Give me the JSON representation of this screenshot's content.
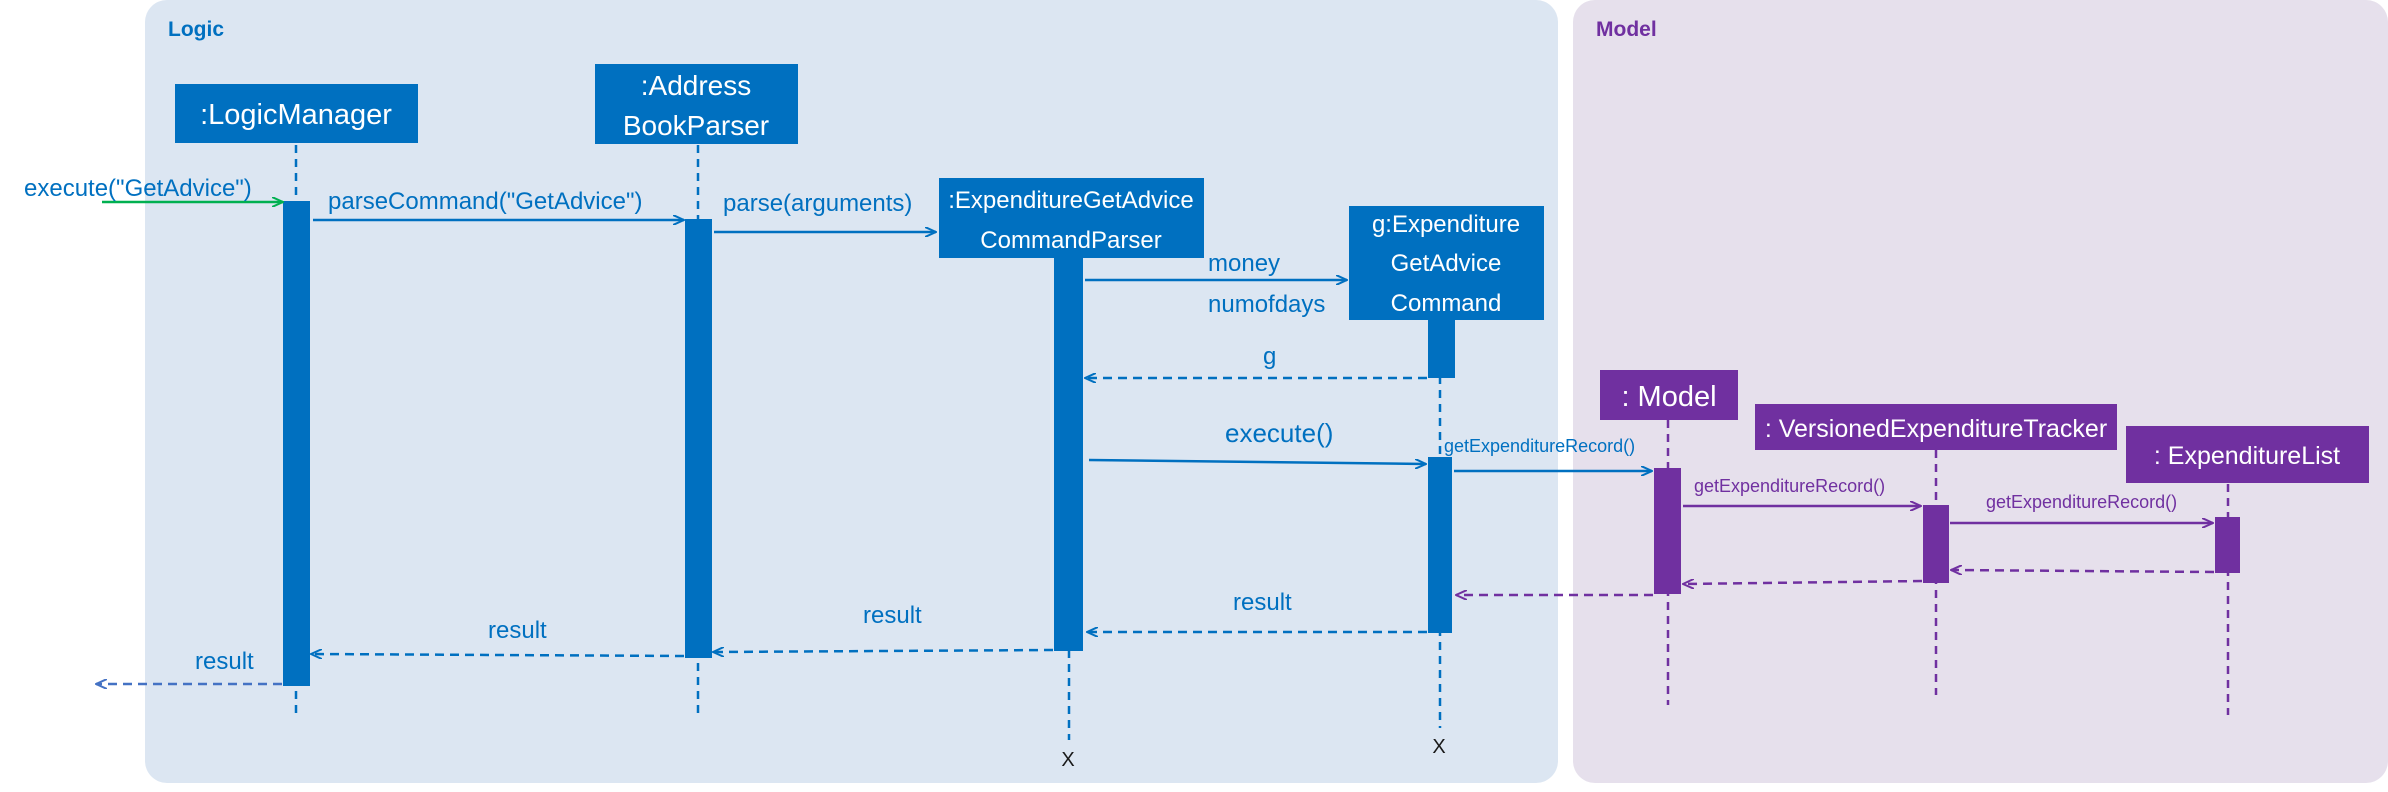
{
  "colors": {
    "logic_bg": "#dce6f2",
    "model_bg": "#e6e0ec",
    "logic_accent": "#0070c0",
    "model_accent": "#7030a0",
    "caller_green": "#00b050",
    "return_blue": "#4472c4",
    "white": "#ffffff",
    "destroy_mark": "#1a1a1a"
  },
  "frames": {
    "logic": {
      "title": "Logic"
    },
    "model": {
      "title": "Model"
    }
  },
  "participants": {
    "logic_manager": {
      "lines": [
        ":LogicManager"
      ]
    },
    "address_book_parser": {
      "lines": [
        ":Address",
        "BookParser"
      ]
    },
    "expenditure_get_advice_command_parser": {
      "lines": [
        ":ExpenditureGetAdvice",
        "CommandParser"
      ]
    },
    "get_advice_command": {
      "lines": [
        "g:Expenditure",
        "GetAdvice",
        "Command"
      ]
    },
    "model": {
      "lines": [
        ": Model"
      ]
    },
    "versioned_expenditure_tracker": {
      "lines": [
        ": VersionedExpenditureTracker"
      ]
    },
    "expenditure_list": {
      "lines": [
        ": ExpenditureList"
      ]
    }
  },
  "messages": {
    "execute_get_advice": "execute(\"GetAdvice\")",
    "parse_command": "parseCommand(\"GetAdvice\")",
    "parse_arguments": "parse(arguments)",
    "create_money": "money",
    "create_numofdays": "numofdays",
    "return_g": "g",
    "execute": "execute()",
    "get_record_to_model": "getExpenditureRecord()",
    "get_record_to_tracker": "getExpenditureRecord()",
    "get_record_to_list": "getExpenditureRecord()",
    "result_from_command": "result",
    "result_from_parser": "result",
    "result_to_logic_manager": "result",
    "result_out": "result"
  },
  "destroy_marks": {
    "parser": "X",
    "command": "X"
  }
}
